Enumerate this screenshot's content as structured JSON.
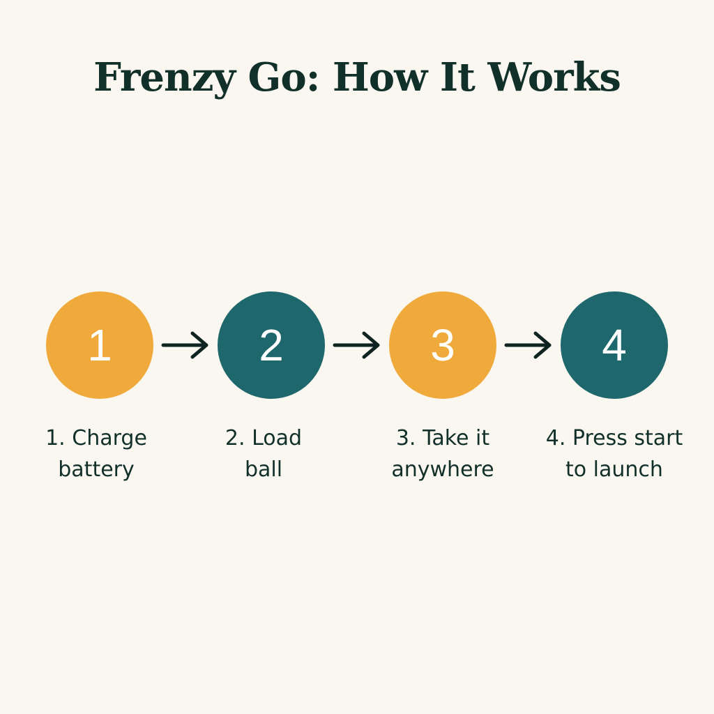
{
  "title": "Frenzy Go: How It Works",
  "colors": {
    "background": "#faf7f0",
    "title": "#12302a",
    "odd_step": "#f0aa3c",
    "even_step": "#1e676c",
    "arrow": "#0f2320"
  },
  "steps": [
    {
      "number": "1",
      "label_lines": [
        "1. Charge",
        "battery"
      ]
    },
    {
      "number": "2",
      "label_lines": [
        "2. Load",
        "ball"
      ]
    },
    {
      "number": "3",
      "label_lines": [
        "3. Take it",
        "anywhere"
      ]
    },
    {
      "number": "4",
      "label_lines": [
        "4. Press start",
        "to launch"
      ]
    }
  ],
  "arrows": [
    "arrow-right-icon",
    "arrow-right-icon",
    "arrow-right-icon"
  ]
}
